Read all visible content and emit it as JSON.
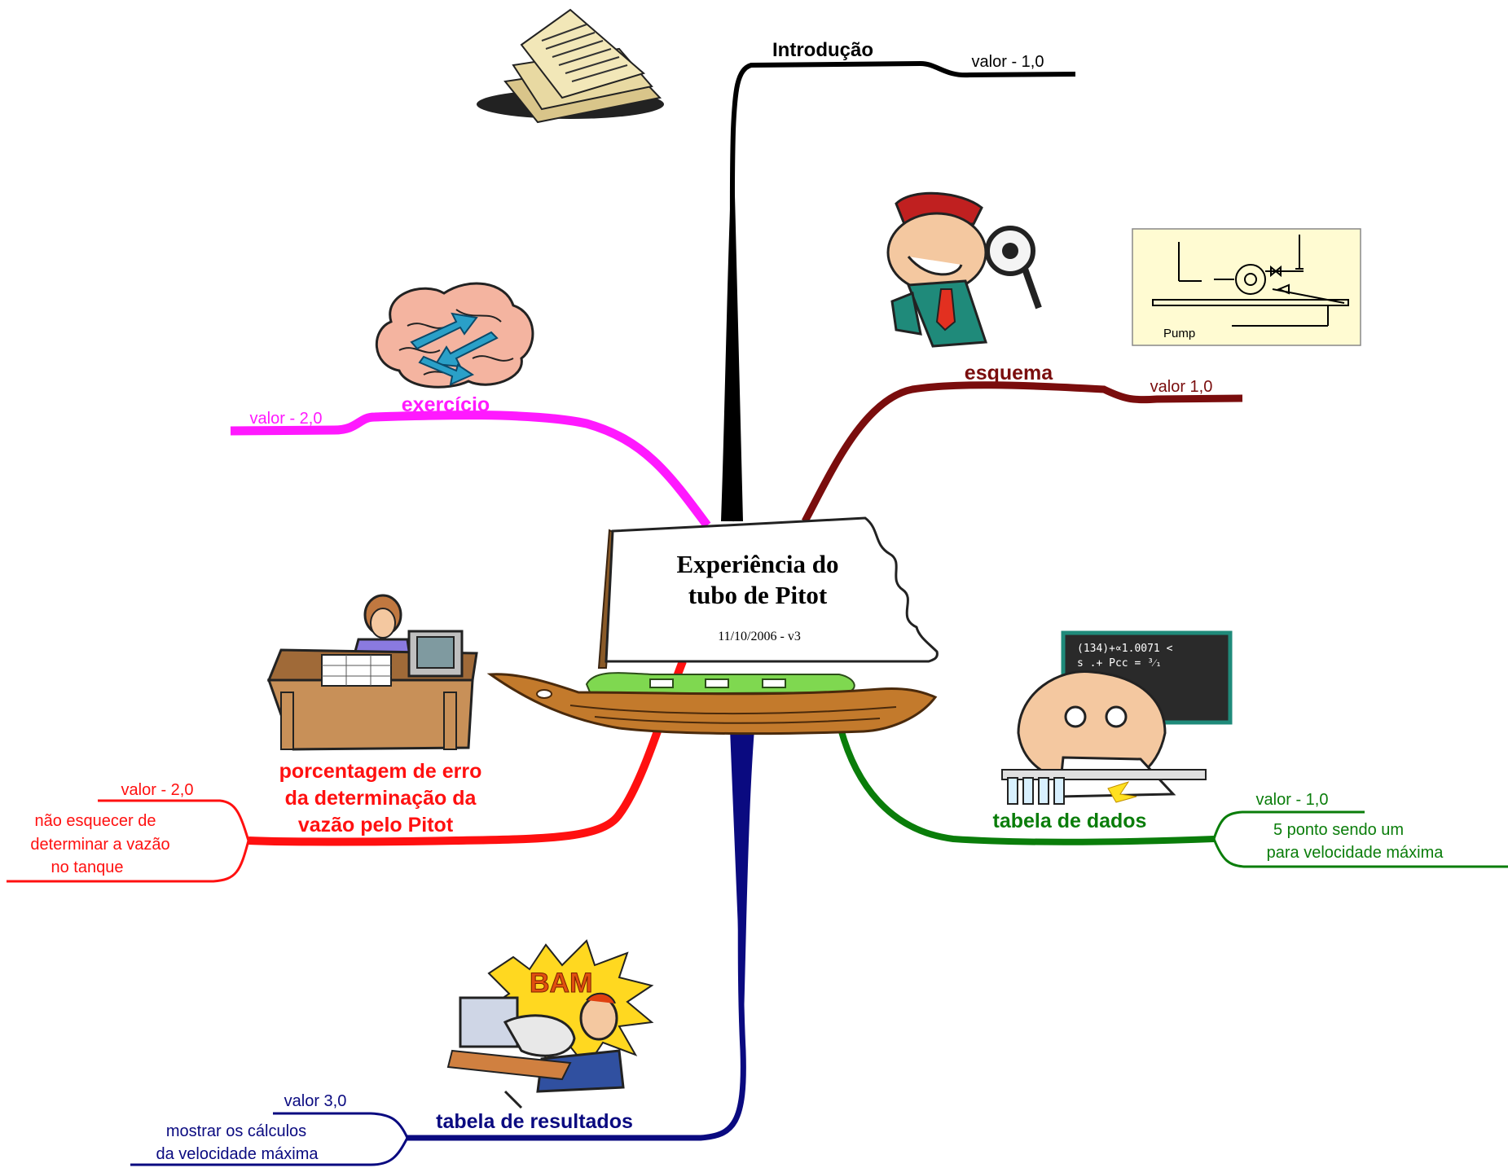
{
  "center": {
    "title_line1": "Experiência do",
    "title_line2": "tubo de Pitot",
    "date": "11/10/2006 - v3"
  },
  "branches": {
    "introducao": {
      "label": "Introdução",
      "value": "valor - 1,0",
      "color": "#000000"
    },
    "esquema": {
      "label": "esquema",
      "value": "valor 1,0",
      "color": "#7a0d0d"
    },
    "exercicio": {
      "label": "exercício",
      "value": "valor - 2,0",
      "color": "#ff19ff"
    },
    "porcentagem": {
      "label_line1": "porcentagem de erro",
      "label_line2": "da determinação da",
      "label_line3": "vazão pelo Pitot",
      "value": "valor - 2,0",
      "note_line1": "não esquecer de",
      "note_line2": "determinar a vazão",
      "note_line3": "no tanque",
      "color": "#ff1010"
    },
    "tabela_dados": {
      "label": "tabela de dados",
      "value": "valor - 1,0",
      "note_line1": "5 ponto sendo um",
      "note_line2": "para velocidade máxima",
      "color": "#0a7d0a"
    },
    "tabela_resultados": {
      "label": "tabela de resultados",
      "value": "valor 3,0",
      "note_line1": "mostrar os cálculos",
      "note_line2": "da velocidade máxima",
      "color": "#0a0a80"
    }
  },
  "illustrations": {
    "pump_diagram_label": "Pump",
    "bam_text": "BAM",
    "chalkboard_line1": "(134)+∝1.0071 <",
    "chalkboard_line2": "s .+ Pcc = ³⁄₁"
  }
}
